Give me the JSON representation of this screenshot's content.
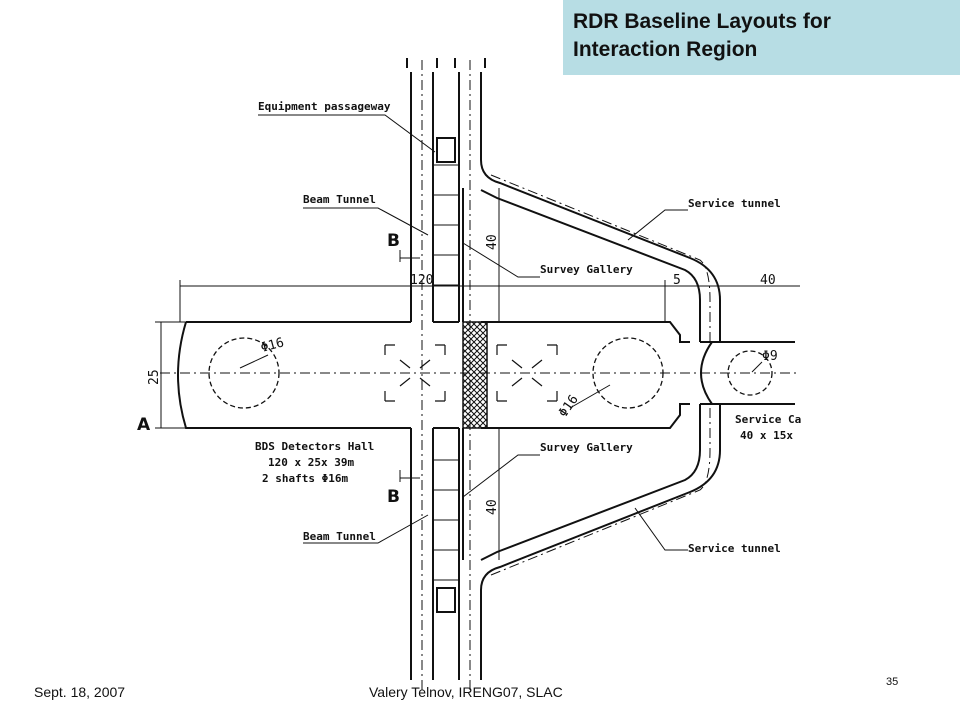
{
  "header": {
    "title_line1": "RDR Baseline Layouts for",
    "title_line2": "Interaction Region"
  },
  "labels": {
    "equipment_passageway": "Equipment passageway",
    "beam_tunnel_top": "Beam Tunnel",
    "beam_tunnel_bottom": "Beam Tunnel",
    "survey_gallery_top": "Survey Gallery",
    "survey_gallery_bottom": "Survey Gallery",
    "service_tunnel_top": "Service tunnel",
    "service_tunnel_bottom": "Service tunnel",
    "hall_line1": "BDS Detectors Hall",
    "hall_line2": "120 x 25x 39m",
    "hall_line3": "2 shafts Φ16m",
    "service_cavern_line1": "Service Ca",
    "service_cavern_line2": "40 x 15x",
    "section_b_top": "B",
    "section_b_bottom": "B",
    "section_a": "A"
  },
  "dimensions": {
    "d120": "120",
    "d5": "5",
    "d40_right": "40",
    "d25": "25",
    "d40_top": "40",
    "d40_bottom": "40",
    "phi16_left": "Φ16",
    "phi16_right": "Φ16",
    "phi9": "Φ9"
  },
  "footer": {
    "date": "Sept. 18, 2007",
    "author": "Valery Telnov, IRENG07, SLAC",
    "page": "35"
  }
}
